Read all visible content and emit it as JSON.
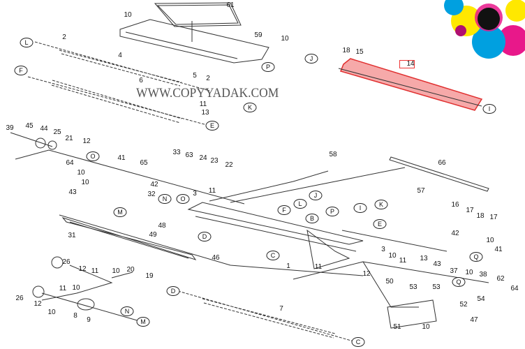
{
  "watermark": "WWW.COPYYADAK.COM",
  "colors": {
    "roller_fill": "#f6a9a9",
    "roller_stroke": "#e03030",
    "line": "#333333",
    "highlight_box": "#e33333"
  },
  "part_numbers": [
    "61",
    "10",
    "59",
    "10",
    "2",
    "4",
    "5",
    "2",
    "6",
    "11",
    "13",
    "18",
    "15",
    "14",
    "39",
    "45",
    "44",
    "25",
    "21",
    "12",
    "41",
    "64",
    "65",
    "10",
    "42",
    "10",
    "43",
    "32",
    "33",
    "63",
    "24",
    "23",
    "22",
    "3",
    "11",
    "31",
    "48",
    "49",
    "58",
    "66",
    "57",
    "16",
    "17",
    "18",
    "17",
    "42",
    "10",
    "41",
    "3",
    "10",
    "11",
    "13",
    "1",
    "11",
    "12",
    "50",
    "43",
    "37",
    "10",
    "38",
    "62",
    "64",
    "46",
    "26",
    "12",
    "11",
    "10",
    "20",
    "19",
    "26",
    "12",
    "11",
    "10",
    "10",
    "8",
    "9",
    "7",
    "53",
    "53",
    "54",
    "52",
    "47",
    "51",
    "10"
  ],
  "callout_letters": [
    "L",
    "F",
    "P",
    "K",
    "E",
    "J",
    "I",
    "O",
    "N",
    "O",
    "M",
    "D",
    "B",
    "P",
    "J",
    "L",
    "F",
    "I",
    "K",
    "E",
    "C",
    "Q",
    "Q",
    "N",
    "M",
    "D",
    "C"
  ]
}
